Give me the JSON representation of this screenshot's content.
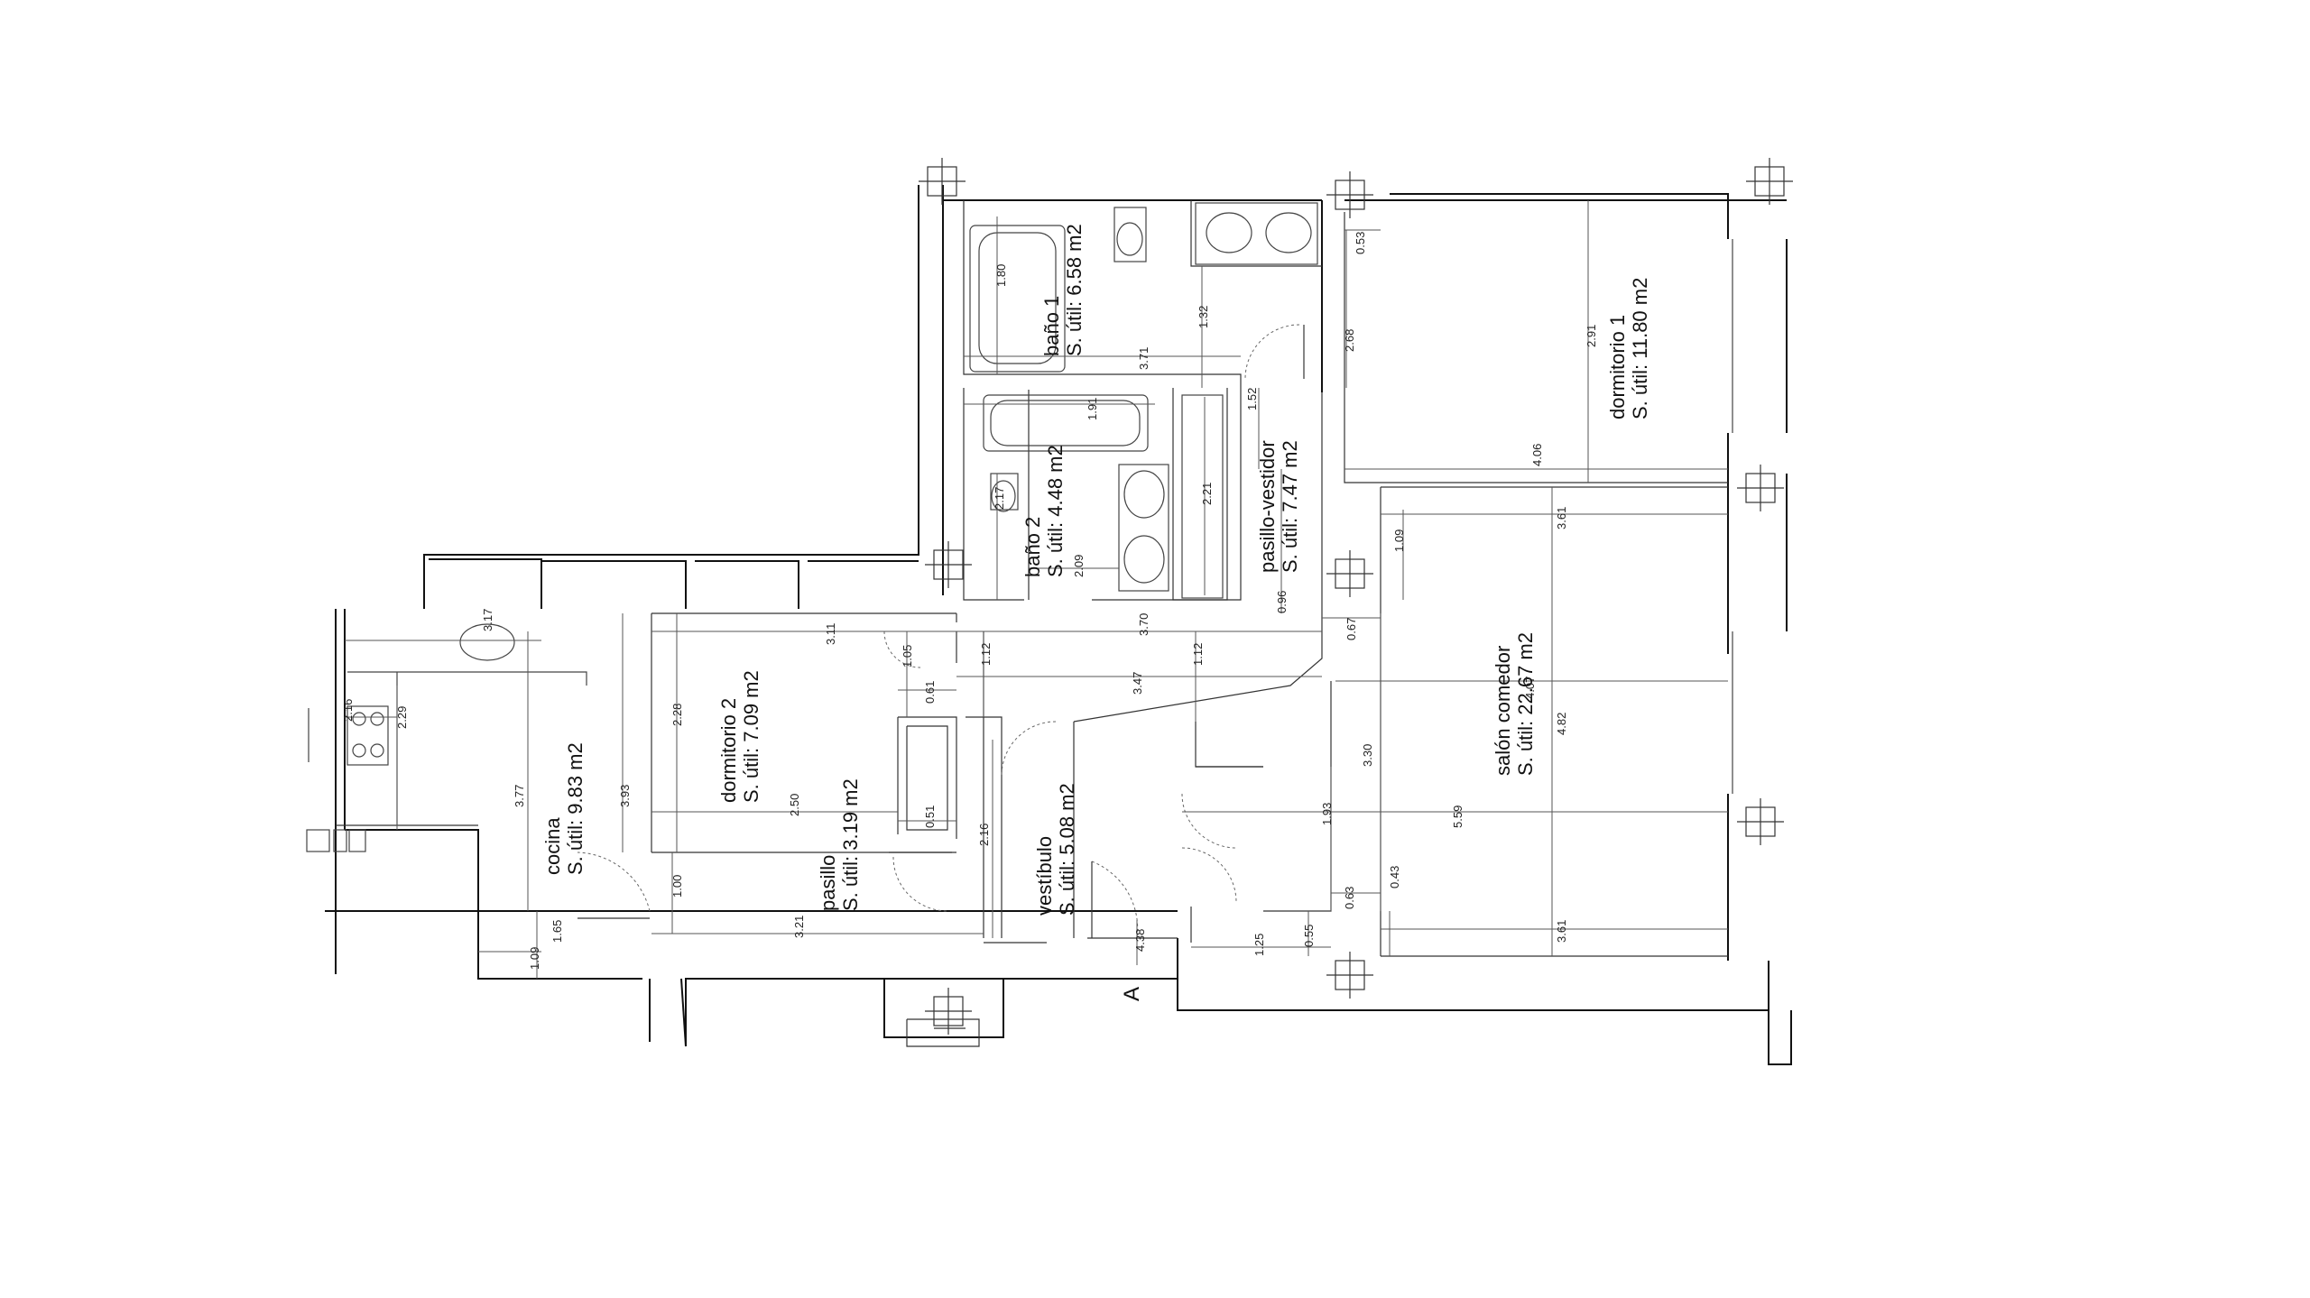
{
  "rooms": {
    "bano1": {
      "name": "baño 1",
      "area": "S. útil: 6.58 m2"
    },
    "bano2": {
      "name": "baño 2",
      "area": "S. útil: 4.48 m2"
    },
    "pasillo_vestidor": {
      "name": "pasillo-vestidor",
      "area": "S. útil: 7.47 m2"
    },
    "dormitorio1": {
      "name": "dormitorio 1",
      "area": "S. útil: 11.80 m2"
    },
    "salon": {
      "name": "salón comedor",
      "area": "S. útil: 22.67 m2"
    },
    "dormitorio2": {
      "name": "dormitorio 2",
      "area": "S. útil: 7.09 m2"
    },
    "cocina": {
      "name": "cocina",
      "area": "S. útil: 9.83 m2"
    },
    "pasillo": {
      "name": "pasillo",
      "area": "S. útil: 3.19 m2"
    },
    "vestibulo": {
      "name": "vestíbulo",
      "area": "S. útil: 5.08 m2"
    }
  },
  "dimensions": {
    "d180": "1.80",
    "d371": "3.71",
    "d132": "1.32",
    "d053": "0.53",
    "d268": "2.68",
    "d291": "2.91",
    "d406": "4.06",
    "d191": "1.91",
    "d152": "1.52",
    "d217": "2.17",
    "d221": "2.21",
    "d209": "2.09",
    "d096": "0.96",
    "d109a": "1.09",
    "d361a": "3.61",
    "d067": "0.67",
    "d482": "4.82",
    "d407": "4.07",
    "d330": "3.30",
    "d559": "5.59",
    "d193": "1.93",
    "d063": "0.63",
    "d043": "0.43",
    "d055": "0.55",
    "d125": "1.25",
    "d361b": "3.61",
    "d370": "3.70",
    "d347": "3.47",
    "d112a": "1.12",
    "d112b": "1.12",
    "d311": "3.11",
    "d105": "1.05",
    "d061": "0.61",
    "d051": "0.51",
    "d216a": "2.16",
    "d438": "4.38",
    "d228": "2.28",
    "d250": "2.50",
    "d321": "3.21",
    "d100": "1.00",
    "d393": "3.93",
    "d377": "3.77",
    "d229": "2.29",
    "d216b": "2.16",
    "d317": "3.17",
    "d165": "1.65",
    "d109b": "1.09"
  },
  "section_mark": "A"
}
